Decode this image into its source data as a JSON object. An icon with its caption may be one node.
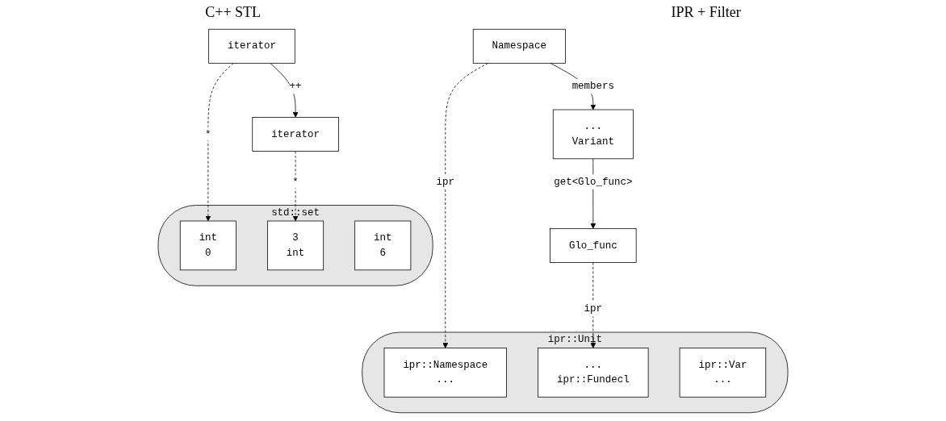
{
  "diagram": {
    "nodes": [
      {
        "text": [
          "iterator"
        ]
      },
      {
        "text": [
          "iterator"
        ]
      },
      {
        "text": [
          "std::set"
        ]
      },
      {
        "text": [
          "int",
          "0"
        ],
        "in": 2
      },
      {
        "text": [
          "3",
          "int"
        ],
        "in": 2
      },
      {
        "text": [
          "int",
          "6"
        ],
        "in": 2
      },
      {
        "text": [
          "...",
          "Variant"
        ]
      },
      {
        "text": [
          "Namespace"
        ]
      },
      {
        "text": [
          "Glo_func"
        ]
      },
      {
        "text": [
          "ipr::Unit"
        ]
      },
      {
        "text": [
          "ipr::Namespace",
          "..."
        ],
        "in": 9
      },
      {
        "text": [
          "...",
          "ipr::Fundecl"
        ],
        "in": 9
      },
      {
        "text": [
          "ipr::Var",
          "..."
        ],
        "in": 9
      }
    ],
    "edges": [
      {
        "from": 0,
        "to": 1,
        "arrow": "to",
        "label": "++"
      },
      {
        "from": 0,
        "to": 3,
        "arrow": "to",
        "label": "*",
        "style": "dashed"
      },
      {
        "from": 1,
        "to": 4,
        "arrow": "to",
        "label": "*",
        "style": "dashed"
      },
      {
        "from": 7,
        "to": 6,
        "arrow": "to",
        "label": "members"
      },
      {
        "from": 6,
        "to": 8,
        "arrow": "to",
        "label": "get<Glo_func>"
      },
      {
        "from": 7,
        "to": 10,
        "arrow": "to",
        "label": "ipr",
        "style": "dashed"
      },
      {
        "from": 8,
        "to": 11,
        "arrow": "to",
        "label": "ipr",
        "style": "dashed"
      }
    ],
    "labels": [
      "C++ STL",
      "IPR + Filter"
    ]
  }
}
